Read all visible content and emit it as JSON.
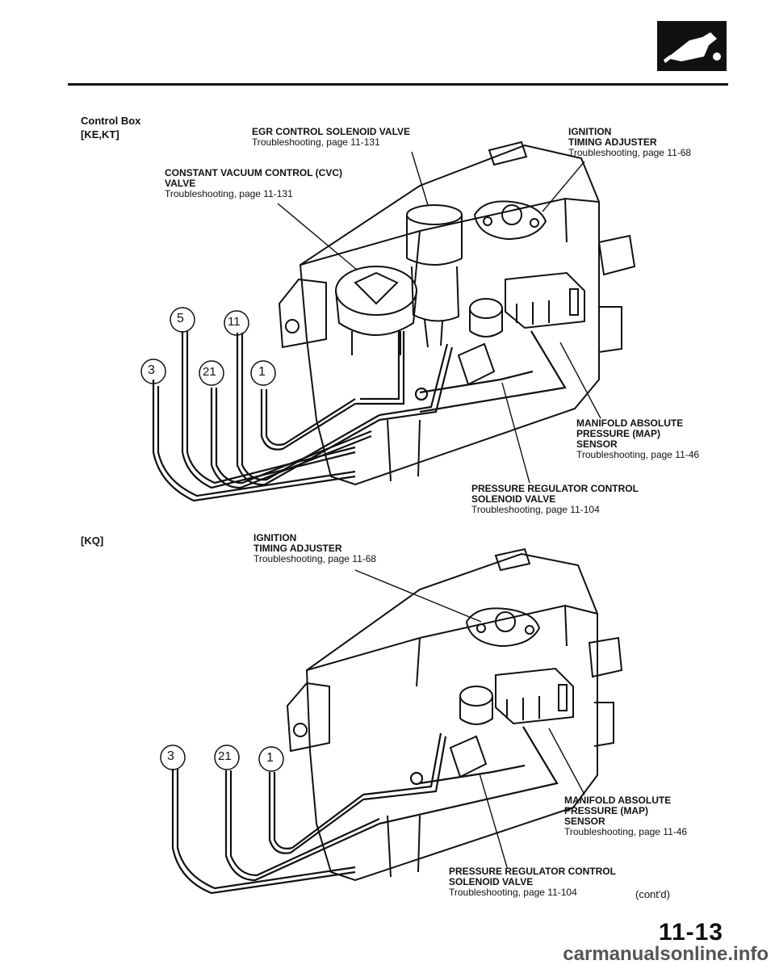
{
  "section": {
    "title": "Control Box",
    "variant_top": "[KE,KT]",
    "variant_bottom": "[KQ]"
  },
  "top_diagram": {
    "egr": {
      "name": "EGR CONTROL SOLENOID VALVE",
      "ref": "Troubleshooting, page 11-131"
    },
    "ignition": {
      "name1": "IGNITION",
      "name2": "TIMING ADJUSTER",
      "ref": "Troubleshooting, page 11-68"
    },
    "cvc": {
      "name1": "CONSTANT VACUUM CONTROL (CVC)",
      "name2": "VALVE",
      "ref": "Troubleshooting, page 11-131"
    },
    "map": {
      "name1": "MANIFOLD ABSOLUTE",
      "name2": "PRESSURE (MAP)",
      "name3": "SENSOR",
      "ref": "Troubleshooting, page 11-46"
    },
    "prc": {
      "name1": "PRESSURE REGULATOR CONTROL",
      "name2": "SOLENOID VALVE",
      "ref": "Troubleshooting, page 11-104"
    },
    "hose_numbers": [
      "5",
      "11",
      "3",
      "21",
      "1"
    ]
  },
  "bottom_diagram": {
    "ignition": {
      "name1": "IGNITION",
      "name2": "TIMING ADJUSTER",
      "ref": "Troubleshooting, page 11-68"
    },
    "map": {
      "name1": "MANIFOLD ABSOLUTE",
      "name2": "PRESSURE (MAP)",
      "name3": "SENSOR",
      "ref": "Troubleshooting, page 11-46"
    },
    "prc": {
      "name1": "PRESSURE REGULATOR CONTROL",
      "name2": "SOLENOID VALVE",
      "ref": "Troubleshooting, page 11-104"
    },
    "hose_numbers": [
      "3",
      "21",
      "1"
    ]
  },
  "footer": {
    "contd": "(cont'd)",
    "page_number": "11-13",
    "watermark": "carmanualsonline.info"
  },
  "icons": {
    "header": "fuel-nozzle-icon"
  }
}
